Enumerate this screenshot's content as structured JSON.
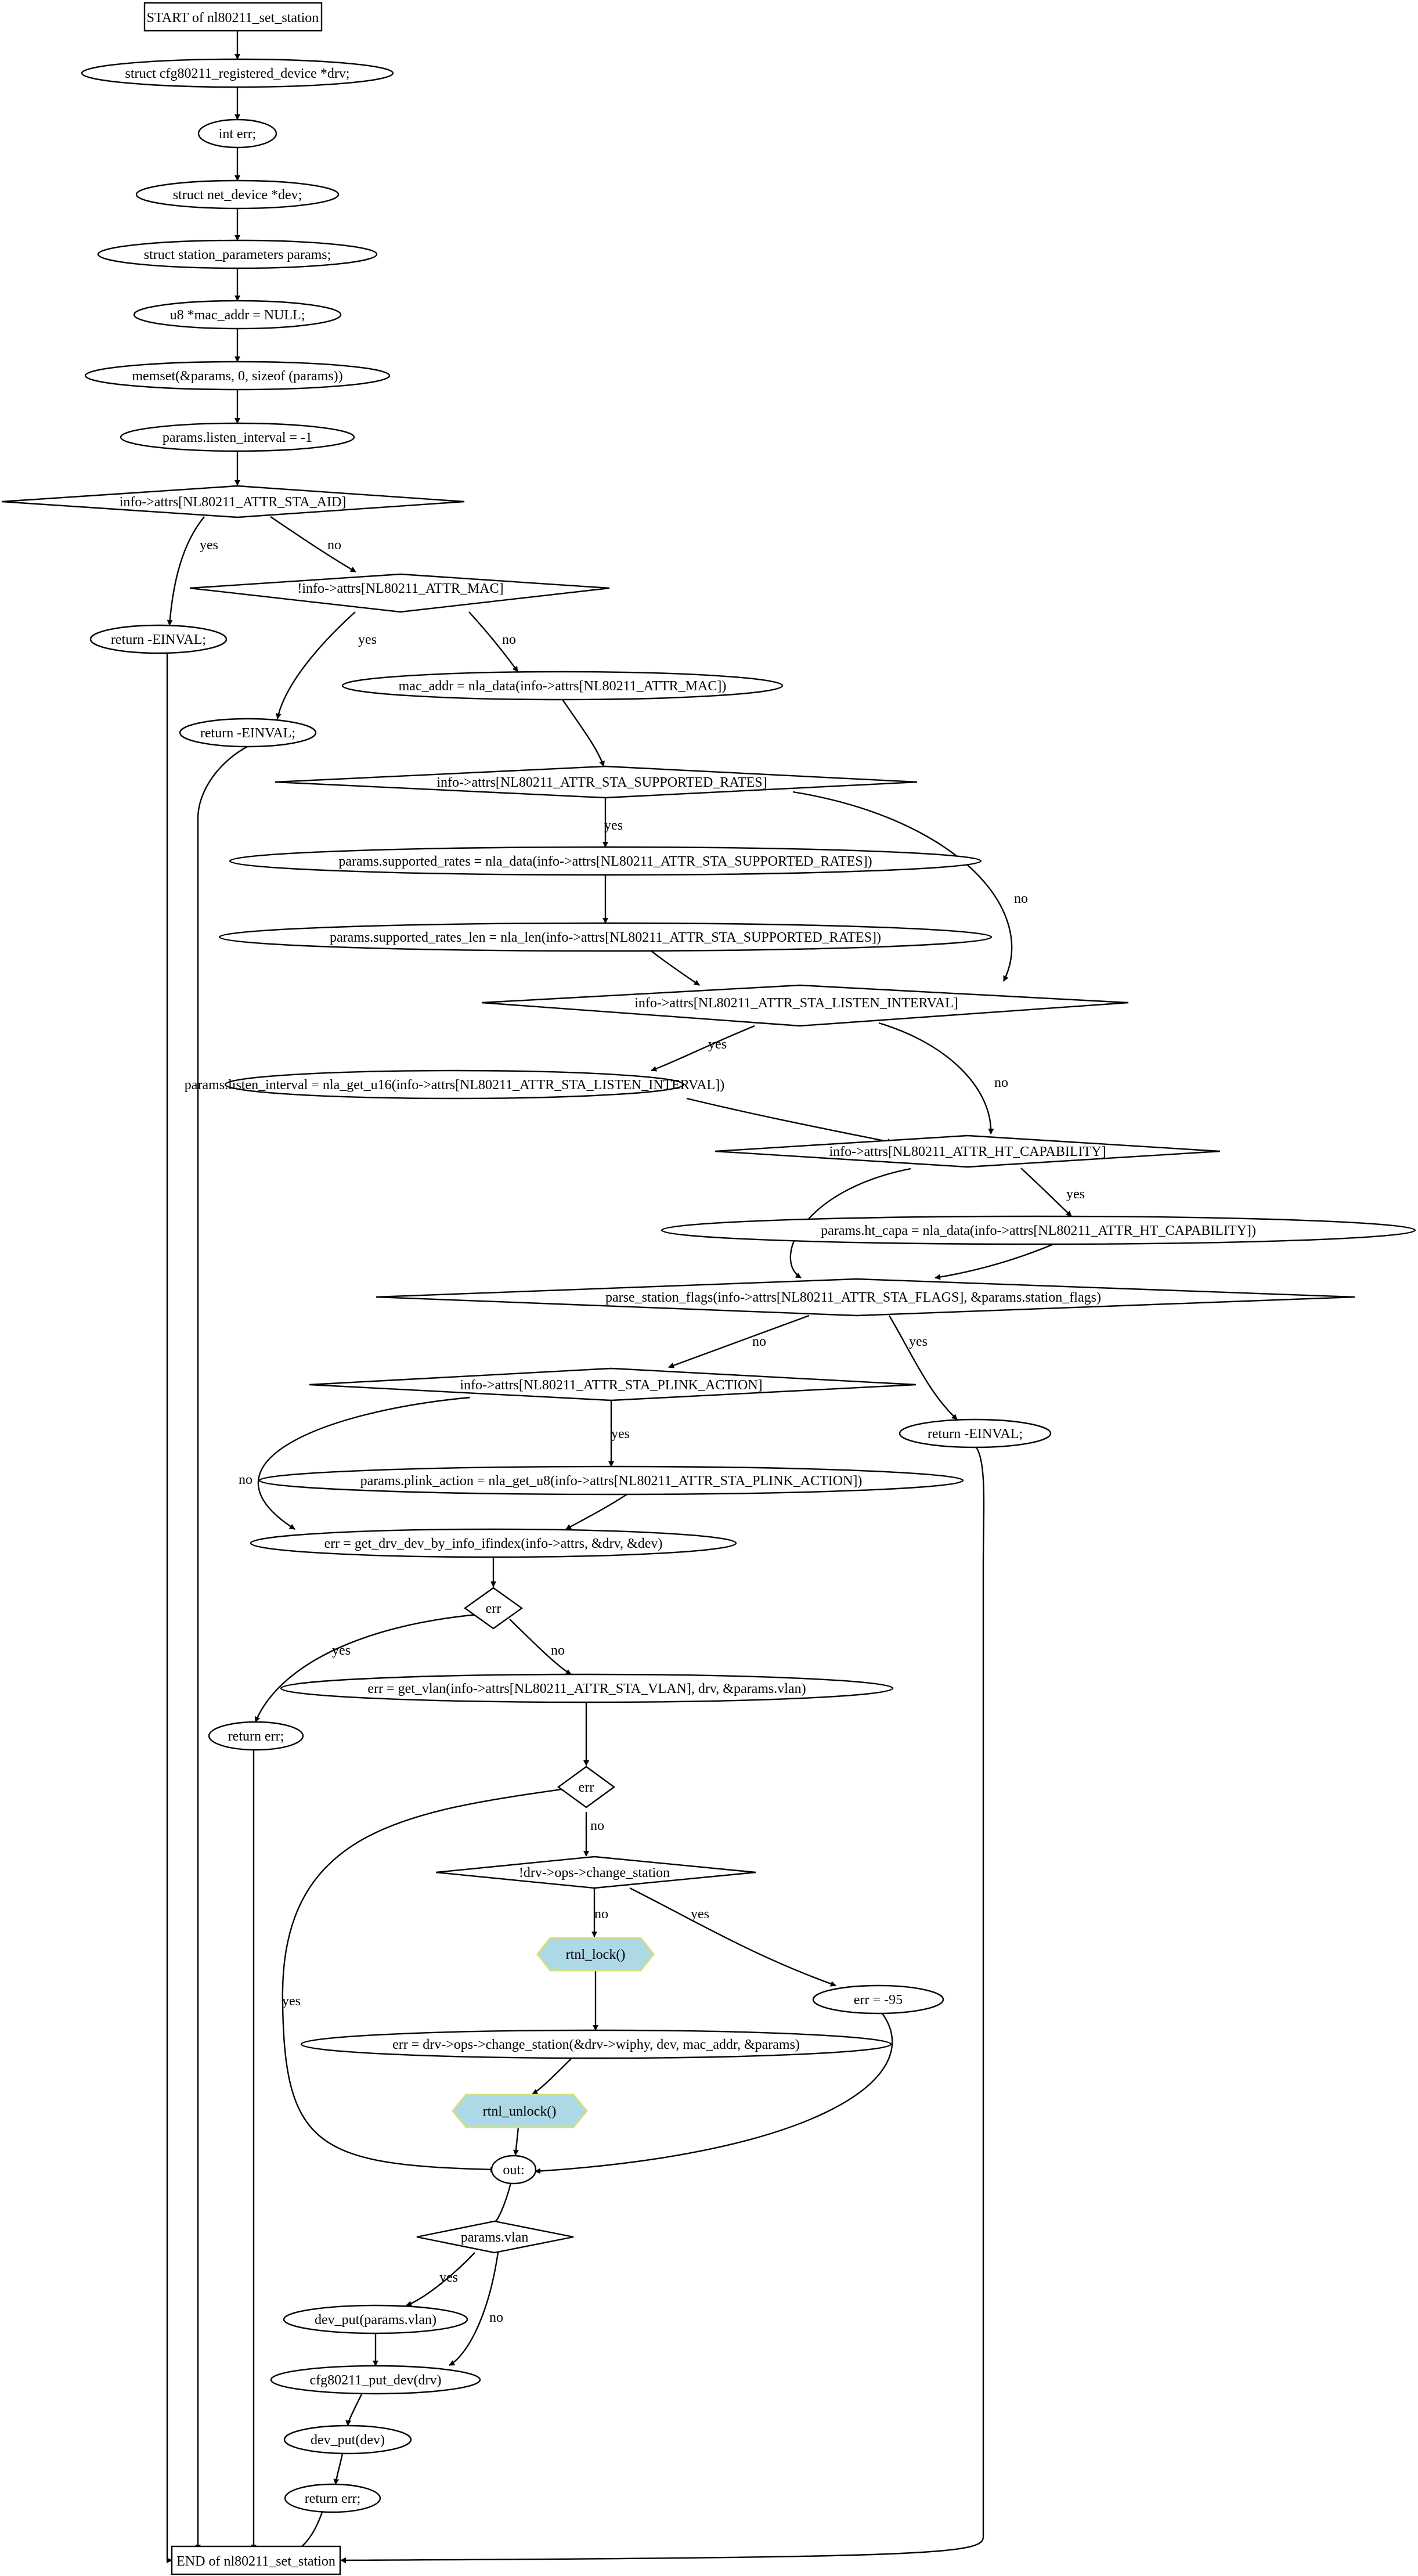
{
  "nodes": {
    "start": "START of nl80211_set_station",
    "n_drv": "struct cfg80211_registered_device *drv;",
    "n_err": "int err;",
    "n_dev": "struct net_device *dev;",
    "n_params": "struct station_parameters params;",
    "n_mac": "u8 *mac_addr = NULL;",
    "n_memset": "memset(&params, 0, sizeof (params))",
    "n_listen": "params.listen_interval = -1",
    "d_aid": "info->attrs[NL80211_ATTR_STA_AID]",
    "r_einval1": "return -EINVAL;",
    "d_mac": "!info->attrs[NL80211_ATTR_MAC]",
    "r_einval2": "return -EINVAL;",
    "n_macaddr": "mac_addr = nla_data(info->attrs[NL80211_ATTR_MAC])",
    "d_rates": "info->attrs[NL80211_ATTR_STA_SUPPORTED_RATES]",
    "n_rates": "params.supported_rates = nla_data(info->attrs[NL80211_ATTR_STA_SUPPORTED_RATES])",
    "n_rateslen": "params.supported_rates_len = nla_len(info->attrs[NL80211_ATTR_STA_SUPPORTED_RATES])",
    "d_li": "info->attrs[NL80211_ATTR_STA_LISTEN_INTERVAL]",
    "n_li": "params.listen_interval = nla_get_u16(info->attrs[NL80211_ATTR_STA_LISTEN_INTERVAL])",
    "d_ht": "info->attrs[NL80211_ATTR_HT_CAPABILITY]",
    "n_ht": "params.ht_capa = nla_data(info->attrs[NL80211_ATTR_HT_CAPABILITY])",
    "d_flags": "parse_station_flags(info->attrs[NL80211_ATTR_STA_FLAGS], &params.station_flags)",
    "r_einval3": "return -EINVAL;",
    "d_plink": "info->attrs[NL80211_ATTR_STA_PLINK_ACTION]",
    "n_plink": "params.plink_action = nla_get_u8(info->attrs[NL80211_ATTR_STA_PLINK_ACTION])",
    "n_getdrv": "err = get_drv_dev_by_info_ifindex(info->attrs, &drv, &dev)",
    "d_err1": "err",
    "r_err1": "return err;",
    "n_vlan": "err = get_vlan(info->attrs[NL80211_ATTR_STA_VLAN], drv, &params.vlan)",
    "d_err2": "err",
    "d_change": "!drv->ops->change_station",
    "h_lock": "rtnl_lock()",
    "n_95": "err = -95",
    "n_change": "err = drv->ops->change_station(&drv->wiphy, dev, mac_addr, &params)",
    "h_unlock": "rtnl_unlock()",
    "n_out": "out:",
    "d_pvlan": "params.vlan",
    "n_devputvlan": "dev_put(params.vlan)",
    "n_putdev": "cfg80211_put_dev(drv)",
    "n_devput": "dev_put(dev)",
    "r_err2": "return err;",
    "end": "END of nl80211_set_station"
  },
  "edge_labels": {
    "yes": "yes",
    "no": "no"
  },
  "colors": {
    "lock_fill": "#add8e6",
    "lock_border": "#d6e07a"
  }
}
